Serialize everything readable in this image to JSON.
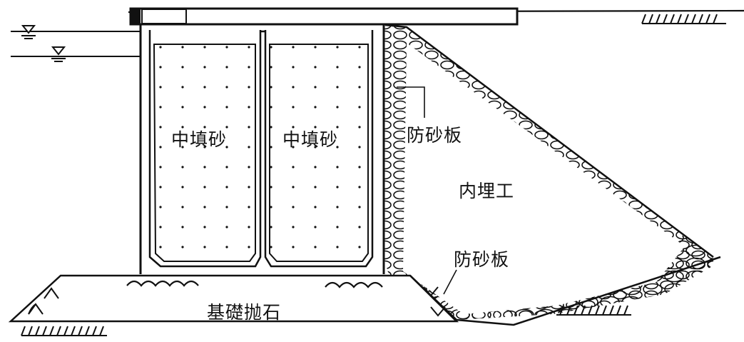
{
  "labels": {
    "fill_left": "中填砂",
    "fill_right": "中填砂",
    "sand_plate_upper": "防砂板",
    "backfill": "内埋工",
    "sand_plate_lower": "防砂板",
    "foundation": "基礎抛石"
  },
  "symbols": {
    "water_level": "water-level-symbol",
    "ground": "ground-hatch-symbol"
  },
  "colors": {
    "line": "#111111",
    "background": "#ffffff"
  }
}
